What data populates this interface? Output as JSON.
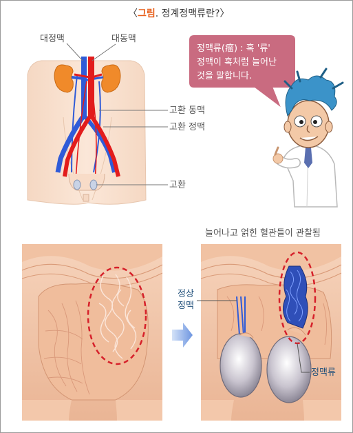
{
  "title": {
    "bracket_open": "〈",
    "highlight": "그림",
    "rest": ". 정계정맥류란?",
    "bracket_close": "〉"
  },
  "labels": {
    "vena_cava": "대정맥",
    "aorta": "대동맥",
    "testicular_artery": "고환 동맥",
    "testicular_vein": "고환 정맥",
    "testis": "고환",
    "observed": "늘어나고 얽힌 혈관들이 관찰됨",
    "normal_vein_1": "정상",
    "normal_vein_2": "정맥",
    "varicocele": "정맥류"
  },
  "speech_bubble": {
    "line1": "정맥류(瘤) : 혹 '류'",
    "line2": "정맥이 혹처럼 늘어난",
    "line3": "것을 말합니다."
  },
  "colors": {
    "title_accent": "#e8601c",
    "bubble_fill": "#c96b80",
    "artery": "#e21c1c",
    "vein": "#2f5bd8",
    "skin": "#f3cfb5",
    "skin_dark": "#e3a582",
    "kidney": "#f08a2a",
    "dashed_ellipse": "#d6202a",
    "arrow": "#7fa6e6"
  },
  "icons": {
    "arrow": "arrow-right-icon",
    "doctor": "doctor-character-icon"
  }
}
